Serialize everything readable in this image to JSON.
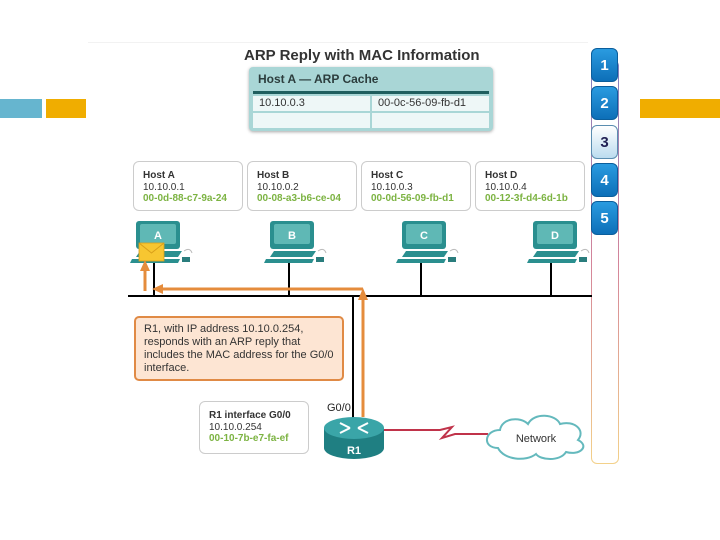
{
  "title": "ARP Reply with MAC Information",
  "arp_cache": {
    "heading": "Host A — ARP Cache",
    "rows": [
      {
        "ip": "10.10.0.3",
        "mac": "00-0c-56-09-fb-d1"
      },
      {
        "ip": "",
        "mac": ""
      }
    ]
  },
  "hosts": [
    {
      "name": "Host A",
      "ip": "10.10.0.1",
      "mac": "00-0d-88-c7-9a-24",
      "label": "A"
    },
    {
      "name": "Host B",
      "ip": "10.10.0.2",
      "mac": "00-08-a3-b6-ce-04",
      "label": "B"
    },
    {
      "name": "Host C",
      "ip": "10.10.0.3",
      "mac": "00-0d-56-09-fb-d1",
      "label": "C"
    },
    {
      "name": "Host D",
      "ip": "10.10.0.4",
      "mac": "00-12-3f-d4-6d-1b",
      "label": "D"
    }
  ],
  "callout": "R1, with IP address 10.10.0.254, responds with an ARP reply that includes the MAC address for the G0/0 interface.",
  "router": {
    "box_title": "R1 interface G0/0",
    "ip": "10.10.0.254",
    "mac": "00-10-7b-e7-fa-ef",
    "label": "R1",
    "interface": "G0/0"
  },
  "network_label": "Network",
  "steps": [
    {
      "label": "1",
      "active": false
    },
    {
      "label": "2",
      "active": false
    },
    {
      "label": "3",
      "active": true
    },
    {
      "label": "4",
      "active": false
    },
    {
      "label": "5",
      "active": false
    }
  ],
  "colors": {
    "deco_blue": "#66b5cf",
    "deco_gold": "#f0ad00",
    "mac_green": "#7cb342",
    "arrow_orange": "#e58c3c",
    "serial_red": "#c0334a",
    "device_teal": "#2a8f8f"
  }
}
